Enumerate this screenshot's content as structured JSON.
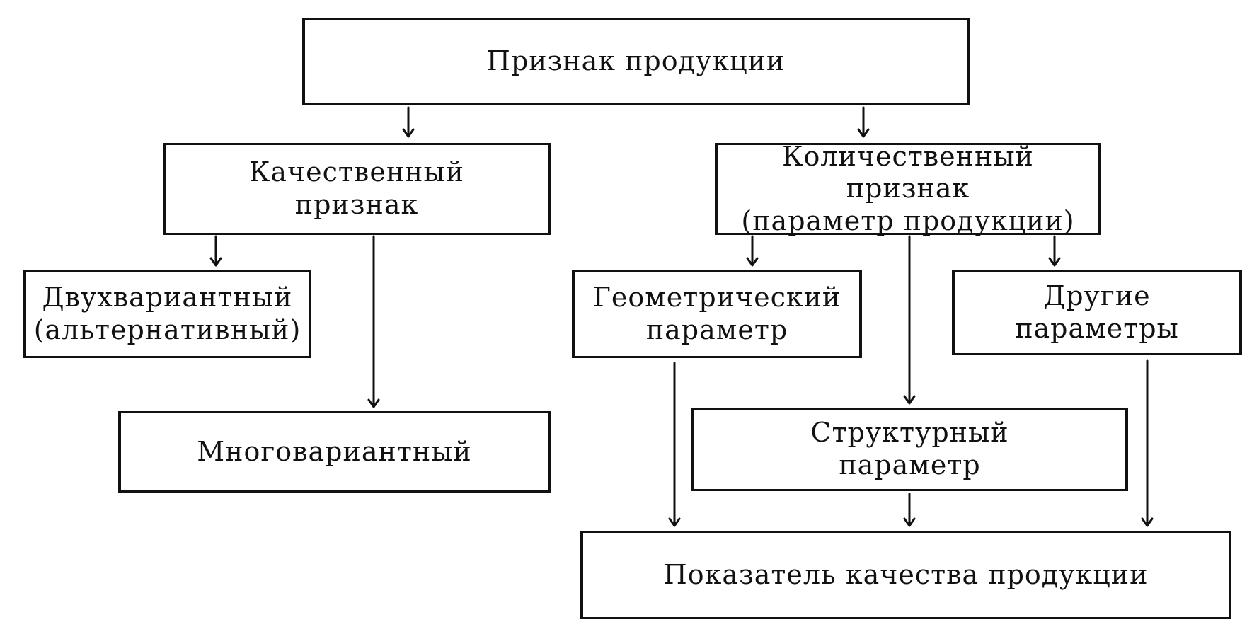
{
  "diagram": {
    "nodes": {
      "root": "Признак продукции",
      "qualitative": "Качественный\nпризнак",
      "quantitative": "Количественный признак\n(параметр продукции)",
      "binary": "Двухвариантный\n(альтернативный)",
      "multi": "Многовариантный",
      "geometric": "Геометрический\nпараметр",
      "other": "Другие\nпараметры",
      "structural": "Структурный\nпараметр",
      "quality": "Показатель качества продукции"
    }
  },
  "colors": {
    "stroke": "#111111",
    "background": "#ffffff"
  }
}
